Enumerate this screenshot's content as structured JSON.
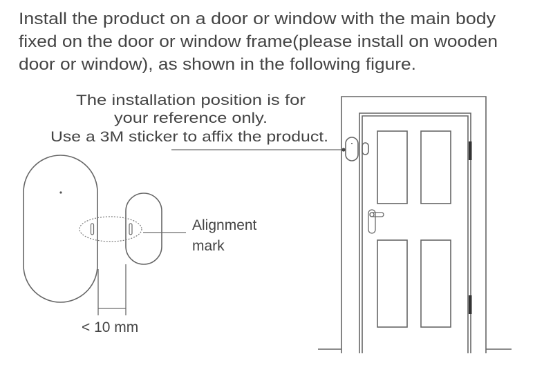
{
  "instructions": {
    "lines": [
      "Install the product on a door or window with the main body",
      "fixed on the door or window frame(please install on wooden",
      "door or window), as shown in the following figure."
    ]
  },
  "callout": {
    "lines": [
      "The installation position is for",
      "your reference only.",
      "Use a 3M sticker to affix the product."
    ]
  },
  "alignment_label": {
    "line1": "Alignment",
    "line2": "mark"
  },
  "gap_label": "< 10 mm",
  "colors": {
    "ink": "#444444",
    "stroke": "#666666",
    "hinge": "#333333"
  }
}
